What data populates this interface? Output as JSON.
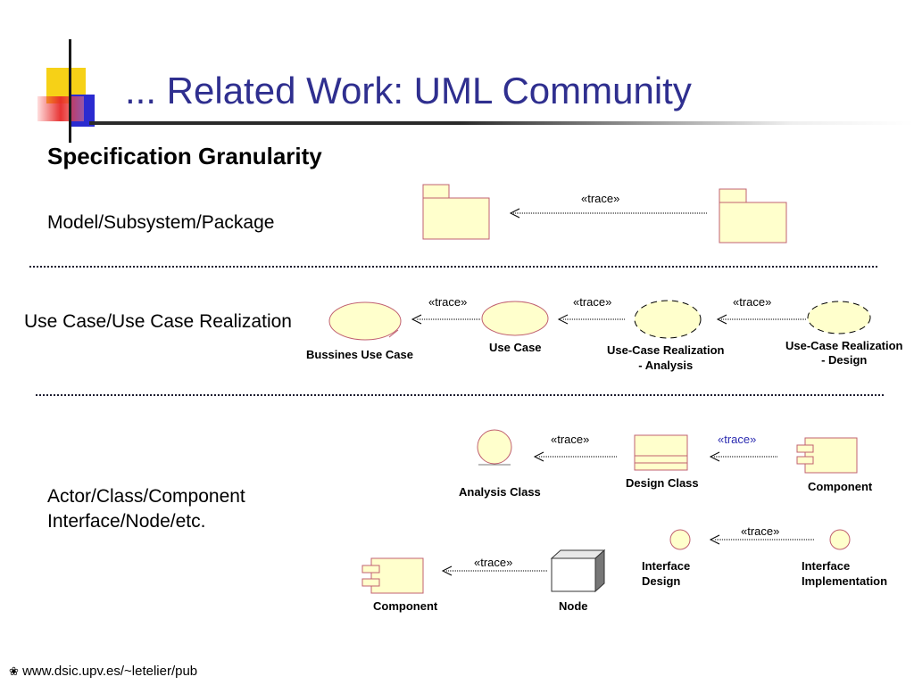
{
  "title": "... Related Work: UML Community",
  "heading": "Specification Granularity",
  "rows": {
    "package": {
      "label": "Model/Subsystem/Package"
    },
    "usecase": {
      "label": "Use Case/Use Case Realization",
      "business_use_case": "Bussines Use Case",
      "use_case": "Use Case",
      "ucr_analysis": [
        "Use-Case Realization",
        "- Analysis"
      ],
      "ucr_design": [
        "Use-Case Realization",
        "- Design"
      ]
    },
    "elements": {
      "label_line1": "Actor/Class/Component",
      "label_line2": "Interface/Node/etc.",
      "analysis_class": "Analysis Class",
      "design_class": "Design Class",
      "component": "Component",
      "interface_design": [
        "Interface",
        "Design"
      ],
      "interface_implementation": [
        "Interface",
        "Implementation"
      ],
      "component2": "Component",
      "node": "Node"
    }
  },
  "trace_label": "«trace»",
  "footer": "www.dsic.upv.es/~letelier/pub",
  "colors": {
    "title": "#2f2f8f",
    "element_fill": "#ffffcc",
    "element_stroke": "#c06070"
  }
}
